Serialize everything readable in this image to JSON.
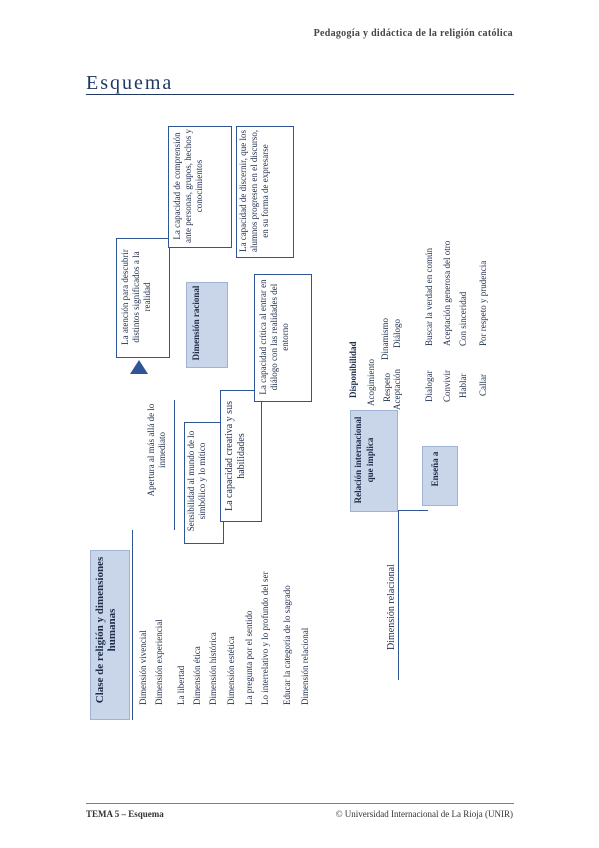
{
  "header": {
    "text": "Pedagogía y didáctica de la religión católica"
  },
  "page": {
    "title": "Esquema"
  },
  "footer": {
    "left": "TEMA 5 – Esquema",
    "right": "© Universidad Internacional de La Rioja (UNIR)"
  },
  "diagram": {
    "main_box": "Clase de religión y dimensiones humanas",
    "dimensions": [
      "Dimensión vivencial",
      "Dimensión experiencial",
      "La libertad",
      "Dimensión ética",
      "Dimensión histórica",
      "Dimensión estética",
      "La pregunta por el sentido",
      "Lo interrelativo y lo profundo del ser",
      "Educar la categoría de lo sagrado",
      "Dimensión relacional"
    ],
    "racional": {
      "label": "Dimensión racional",
      "apertura": "Apertura al más allá de lo inmediato",
      "sensibilidad": "Sensibilidad al mundo de lo simbólico y lo mítico",
      "creatividad": "La capacidad creativa y sus habilidades",
      "atencion": "La atención para descubrir distintos significados a la realidad",
      "comprension": "La capacidad de comprensión ante personas, grupos, hechos y conocimientos",
      "discernir": "La capacidad de discernir, que los alumnos progresen en el discurso, en su forma de expresarse",
      "critica": "La capacidad crítica al entrar en diálogo con las realidades del entorno"
    },
    "relacional": {
      "label": "Dimensión relacional",
      "relacion_box": "Relación internacional que implica",
      "relacion_items": [
        "Disponibilidad",
        "Acogimiento",
        "Respeto",
        "Aceptación"
      ],
      "relacion_sub": [
        "Dinamismo",
        "Diálogo"
      ],
      "ensenia_box": "Enseña a",
      "ensenia_items": [
        "Dialogar",
        "Convivir",
        "Hablar",
        "Callar"
      ],
      "ensenia_results": [
        "Buscar la verdad en común",
        "Aceptación generosa del otro",
        "Con sinceridad",
        "Por respeto y prudencia"
      ]
    }
  }
}
